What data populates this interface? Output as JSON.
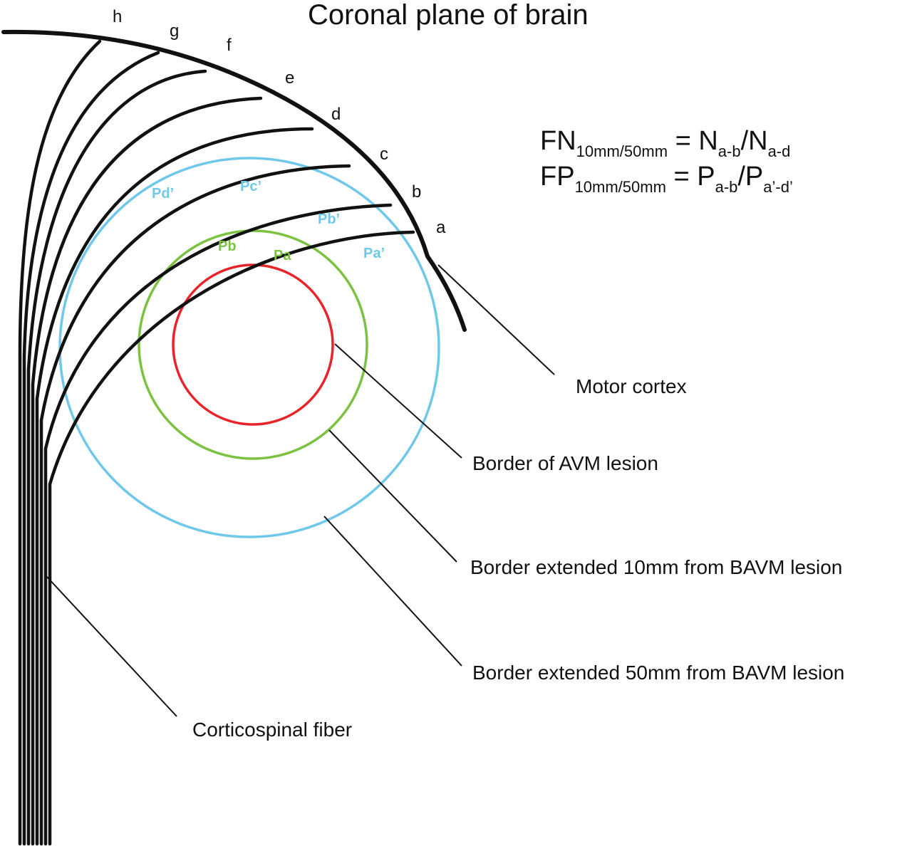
{
  "title": "Coronal plane of brain",
  "colors": {
    "lesion": "#e8232a",
    "border_10mm": "#7cc242",
    "border_50mm": "#6fc8ea",
    "lines": "#111111"
  },
  "fiber_letters": [
    "h",
    "g",
    "f",
    "e",
    "d",
    "c",
    "b",
    "a"
  ],
  "points": {
    "pa": "Pa",
    "pb": "Pb",
    "pa_prime": "Pa’",
    "pb_prime": "Pb’",
    "pc_prime": "Pc’",
    "pd_prime": "Pd’"
  },
  "formula": {
    "fn_main": "FN",
    "fn_sub": "10mm/50mm",
    "fn_eq": " = N",
    "fn_sub2": "a-b",
    "fn_div": "/N",
    "fn_sub3": "a-d",
    "fp_main": "FP",
    "fp_sub": "10mm/50mm",
    "fp_eq": " = P",
    "fp_sub2": "a-b",
    "fp_div": "/P",
    "fp_sub3": "a’-d’"
  },
  "callouts": {
    "motor_cortex": "Motor cortex",
    "avm_border": "Border of AVM lesion",
    "border_10mm": "Border extended 10mm from BAVM lesion",
    "border_50mm": "Border extended 50mm from BAVM lesion",
    "corticospinal": "Corticospinal fiber"
  }
}
